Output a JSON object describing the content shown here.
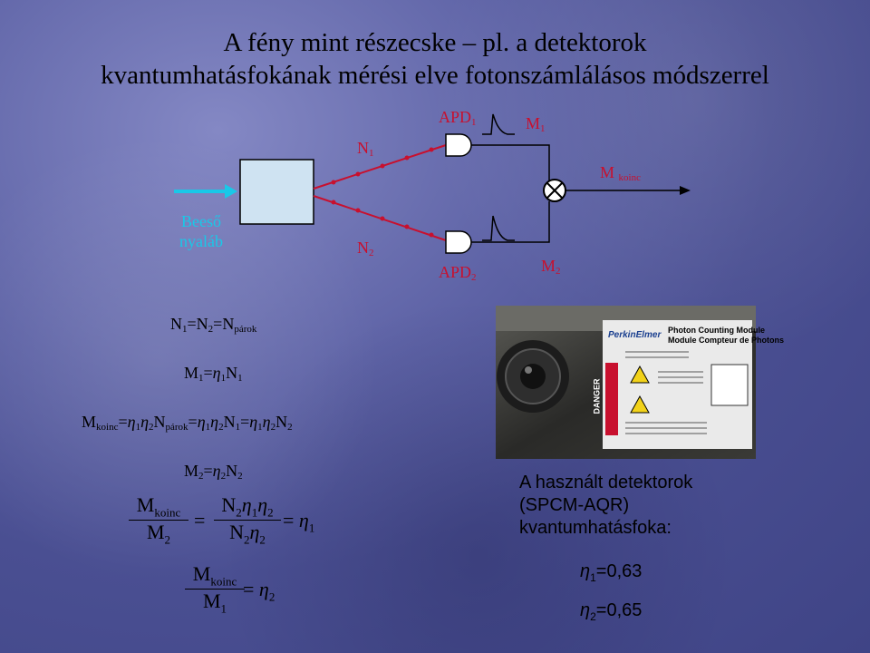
{
  "title": {
    "line1": "A fény mint részecske – pl. a detektorok",
    "line2": "kvantumhatásfokának mérési elve fotonszámlálásos módszerrel"
  },
  "diagram": {
    "beam_label_line1": "Beeső",
    "beam_label_line2": "nyaláb",
    "n1": {
      "base": "N",
      "sub": "1"
    },
    "n2": {
      "base": "N",
      "sub": "2"
    },
    "apd1": {
      "base": "APD",
      "sub": "1"
    },
    "apd2": {
      "base": "APD",
      "sub": "2"
    },
    "m1": {
      "base": "M",
      "sub": "1"
    },
    "m2": {
      "base": "M",
      "sub": "2"
    },
    "mkoinc": {
      "base": "M",
      "sub": "koinc"
    },
    "colors": {
      "beam": "#19c8e8",
      "path": "#c8102e",
      "wire": "#000000",
      "box": "#cfe3f2"
    }
  },
  "equations": {
    "eq1": {
      "n1": "N",
      "s1": "1",
      "n2": "N",
      "s2": "2",
      "n3": "N",
      "s3": "párok"
    },
    "eq2": {
      "m": "M",
      "ms": "1",
      "eta": "η",
      "es": "1",
      "n": "N",
      "ns": "1"
    },
    "eq3": {
      "m": "M",
      "ms": "koinc",
      "e1": "η",
      "e1s": "1",
      "e2": "η",
      "e2s": "2",
      "n": "N",
      "ns": "párok",
      "f1": "η",
      "f1s": "1",
      "f2": "η",
      "f2s": "2",
      "fn": "N",
      "fns": "1",
      "g1": "η",
      "g1s": "1",
      "g2": "η",
      "g2s": "2",
      "gn": "N",
      "gns": "2"
    },
    "eq4": {
      "m": "M",
      "ms": "2",
      "eta": "η",
      "es": "2",
      "n": "N",
      "ns": "2"
    },
    "frac1": {
      "num": "M",
      "nums": "koinc",
      "den": "M",
      "dens": "2",
      "num2": "N",
      "num2s": "2",
      "num2e1": "η",
      "num2e1s": "1",
      "num2e2": "η",
      "num2e2s": "2",
      "den2": "N",
      "den2s": "2",
      "den2e": "η",
      "den2es": "2",
      "res": "η",
      "ress": "1"
    },
    "frac2": {
      "num": "M",
      "nums": "koinc",
      "den": "M",
      "dens": "1",
      "res": "η",
      "ress": "2"
    }
  },
  "photo": {
    "brand": "PerkinElmer",
    "heading_line1": "Photon Counting Module",
    "heading_line2": "Module Compteur de Photons",
    "danger": "DANGER"
  },
  "caption": {
    "line1": "A használt detektorok",
    "line2": "(SPCM-AQR)",
    "line3": "kvantumhatásfoka:"
  },
  "efficiencies": [
    {
      "eta": "η",
      "sub": "1",
      "value": "=0,63"
    },
    {
      "eta": "η",
      "sub": "2",
      "value": "=0,65"
    }
  ]
}
